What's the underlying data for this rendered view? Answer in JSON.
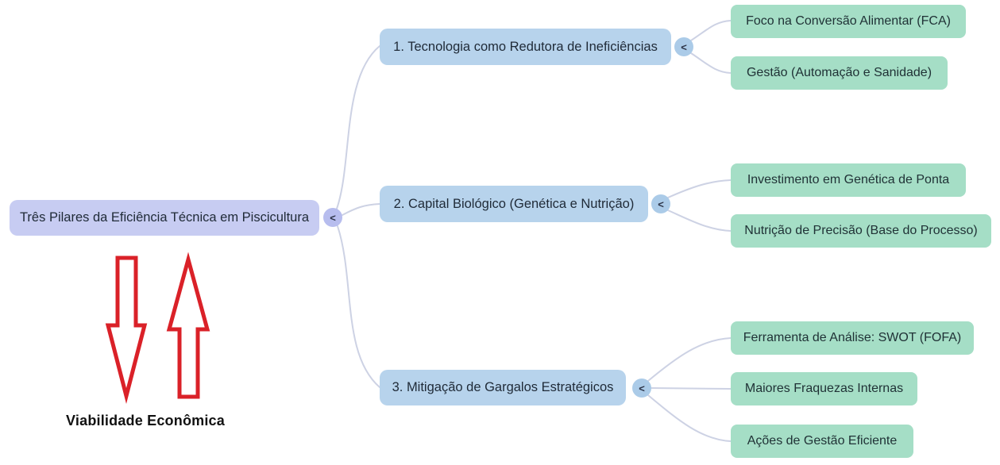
{
  "colors": {
    "background": "#ffffff",
    "root_fill": "#c7ccf2",
    "root_toggle_fill": "#b7bdee",
    "branch_fill": "#b7d3ec",
    "branch_toggle_fill": "#abcbe8",
    "leaf_fill": "#a5dec6",
    "connector": "#cdd2e4",
    "node_text": "#1f2a37",
    "arrow_red": "#da2128",
    "annotation_text": "#111111"
  },
  "mindmap": {
    "toggle_glyph": "<",
    "root": {
      "label": "Três Pilares da Eficiência Técnica em Piscicultura"
    },
    "branches": [
      {
        "label": "1. Tecnologia como Redutora de Ineficiências",
        "children": [
          "Foco na Conversão Alimentar (FCA)",
          "Gestão (Automação e Sanidade)"
        ]
      },
      {
        "label": "2. Capital Biológico (Genética e Nutrição)",
        "children": [
          "Investimento em Genética de Ponta",
          "Nutrição de Precisão (Base do Processo)"
        ]
      },
      {
        "label": "3. Mitigação de Gargalos Estratégicos",
        "children": [
          "Ferramenta de Análise: SWOT (FOFA)",
          "Maiores Fraquezas Internas",
          "Ações de Gestão Eficiente"
        ]
      }
    ],
    "annotation": {
      "label": "Viabilidade Econômica"
    }
  }
}
